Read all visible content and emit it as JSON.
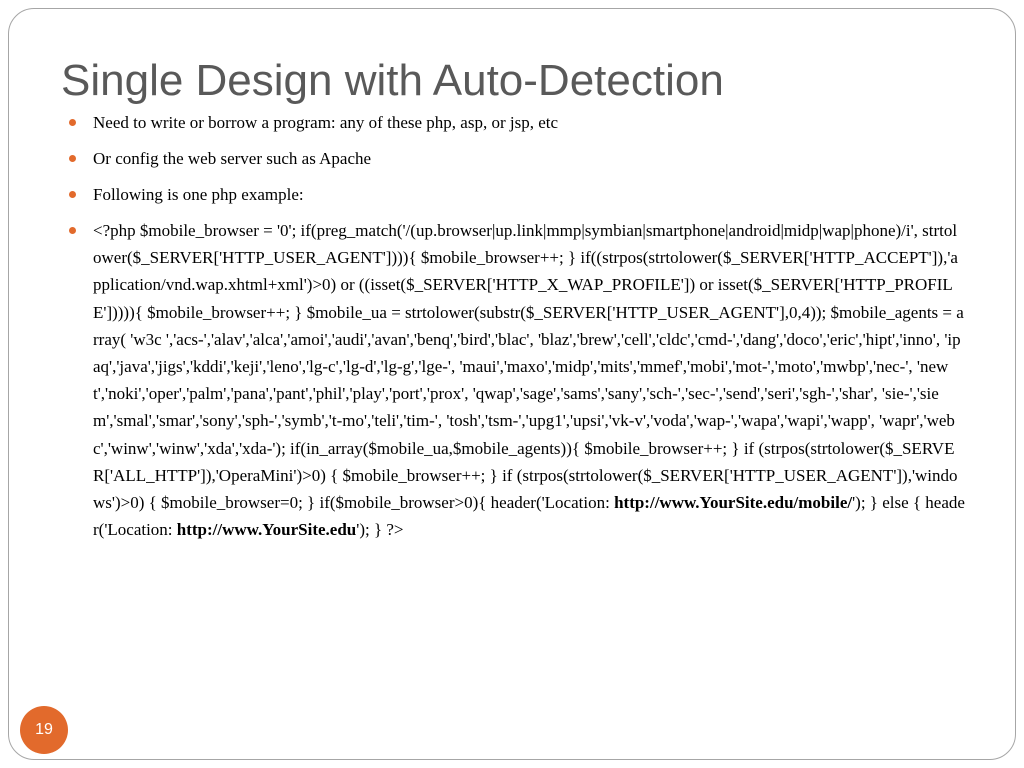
{
  "slide": {
    "title": "Single Design with Auto-Detection",
    "number": "19",
    "bullet_color": "#e26a2c",
    "bullets": [
      "Need to write or borrow a program: any of these php, asp, or jsp, etc",
      "Or config the web server such as Apache",
      "Following is one php example:"
    ],
    "code": {
      "part1": "<?php $mobile_browser = '0'; if(preg_match('/(up.browser|up.link|mmp|symbian|smartphone|android|midp|wap|phone)/i', strtolower($_SERVER['HTTP_USER_AGENT']))){ $mobile_browser++; } if((strpos(strtolower($_SERVER['HTTP_ACCEPT']),'application/vnd.wap.xhtml+xml')>0) or ((isset($_SERVER['HTTP_X_WAP_PROFILE']) or isset($_SERVER['HTTP_PROFILE'])))){ $mobile_browser++; } $mobile_ua = strtolower(substr($_SERVER['HTTP_USER_AGENT'],0,4)); $mobile_agents = array( 'w3c ','acs-','alav','alca','amoi','audi','avan','benq','bird','blac', 'blaz','brew','cell','cldc','cmd-','dang','doco','eric','hipt','inno', 'ipaq','java','jigs','kddi','keji','leno','lg-c','lg-d','lg-g','lge-', 'maui','maxo','midp','mits','mmef','mobi','mot-','moto','mwbp','nec-', 'newt','noki','oper','palm','pana','pant','phil','play','port','prox', 'qwap','sage','sams','sany','sch-','sec-','send','seri','sgh-','shar', 'sie-','siem','smal','smar','sony','sph-','symb','t-mo','teli','tim-', 'tosh','tsm-','upg1','upsi','vk-v','voda','wap-','wapa','wapi','wapp', 'wapr','webc','winw','winw','xda','xda-'); if(in_array($mobile_ua,$mobile_agents)){ $mobile_browser++; } if (strpos(strtolower($_SERVER['ALL_HTTP']),'OperaMini')>0) { $mobile_browser++; } if (strpos(strtolower($_SERVER['HTTP_USER_AGENT']),'windows')>0) { $mobile_browser=0; } if($mobile_browser>0){ header('Location: ",
      "url1": "http://www.YourSite.edu/mobile/",
      "part2": "'); } else { header('Location: ",
      "url2": "http://www.YourSite.edu",
      "part3": "'); } ?>"
    }
  }
}
